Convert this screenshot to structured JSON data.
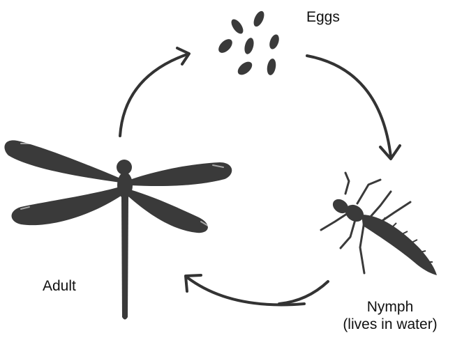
{
  "diagram": {
    "stages": [
      {
        "id": "eggs",
        "label": "Eggs",
        "icon": "eggs-icon"
      },
      {
        "id": "nymph",
        "label": "Nymph",
        "sublabel": "(lives in water)",
        "icon": "nymph-icon"
      },
      {
        "id": "adult",
        "label": "Adult",
        "icon": "dragonfly-icon"
      }
    ],
    "arrows": [
      {
        "from": "adult",
        "to": "eggs"
      },
      {
        "from": "eggs",
        "to": "nymph"
      },
      {
        "from": "nymph",
        "to": "adult"
      }
    ],
    "colors": {
      "silhouette": "#3a3a3a",
      "arrow": "#333333",
      "text": "#111111",
      "background": "#ffffff"
    }
  }
}
